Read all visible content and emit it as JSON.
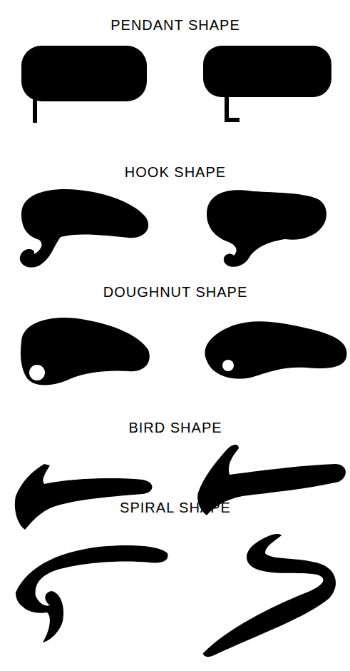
{
  "diagram": {
    "labels": [
      "PENDANT SHAPE",
      "HOOK SHAPE",
      "DOUGHNUT SHAPE",
      "BIRD SHAPE",
      "SPIRAL SHAPE"
    ]
  }
}
